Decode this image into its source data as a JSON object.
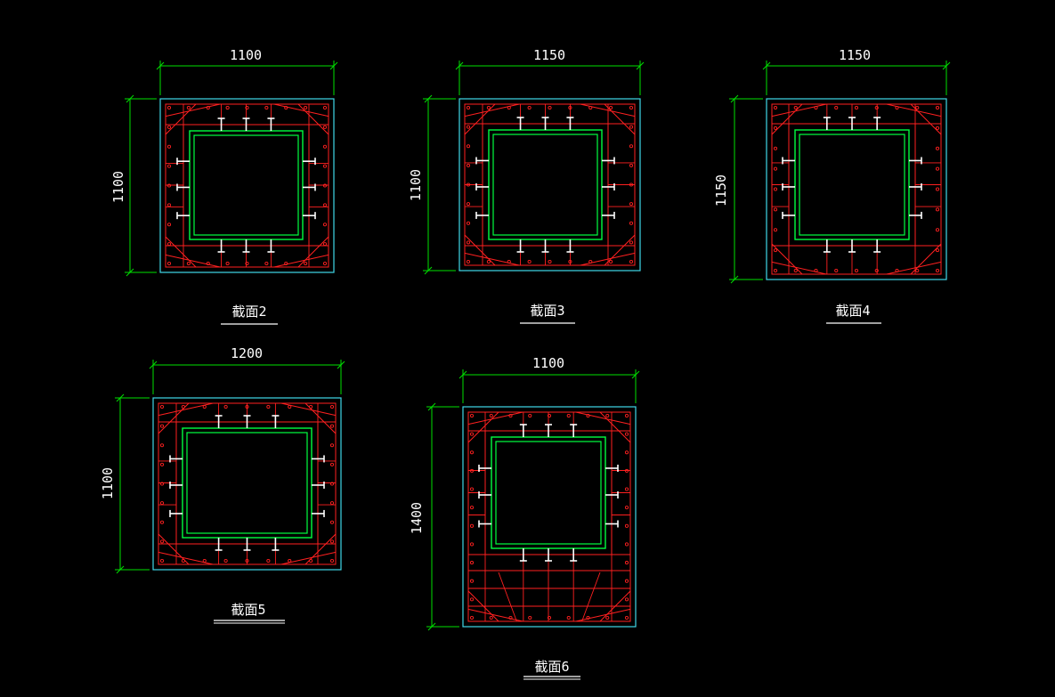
{
  "colors": {
    "background": "#000000",
    "dimension": "#00e000",
    "outline": "#40d8e8",
    "rebar": "#ff2020",
    "steel_box": "#00ff40",
    "studs": "#ffffff",
    "text": "#ffffff"
  },
  "sections": [
    {
      "id": "s2",
      "title": "截面2",
      "width_label": "1100",
      "height_label": "1100"
    },
    {
      "id": "s3",
      "title": "截面3",
      "width_label": "1150",
      "height_label": "1100"
    },
    {
      "id": "s4",
      "title": "截面4",
      "width_label": "1150",
      "height_label": "1150"
    },
    {
      "id": "s5",
      "title": "截面5",
      "width_label": "1200",
      "height_label": "1100"
    },
    {
      "id": "s6",
      "title": "截面6",
      "width_label": "1100",
      "height_label": "1400"
    }
  ]
}
